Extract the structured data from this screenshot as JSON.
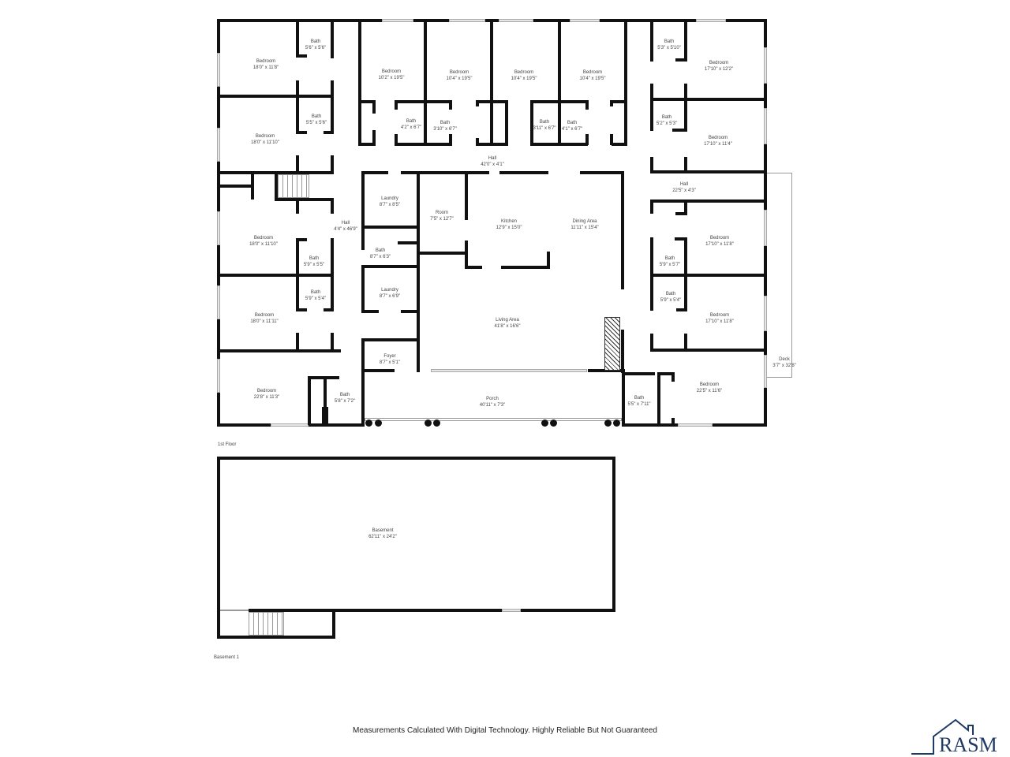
{
  "floors": [
    {
      "name": "1st Floor",
      "rooms": [
        {
          "name": "Bedroom",
          "dim": "18'0\" x 11'8\""
        },
        {
          "name": "Bath",
          "dim": "5'6\" x 5'6\""
        },
        {
          "name": "Bedroom",
          "dim": "18'0\" x 11'10\""
        },
        {
          "name": "Bath",
          "dim": "5'5\" x 5'6\""
        },
        {
          "name": "Bedroom",
          "dim": "10'2\" x 19'5\""
        },
        {
          "name": "Bedroom",
          "dim": "10'4\" x 19'5\""
        },
        {
          "name": "Bedroom",
          "dim": "10'4\" x 19'5\""
        },
        {
          "name": "Bedroom",
          "dim": "10'4\" x 19'5\""
        },
        {
          "name": "Bath",
          "dim": "4'2\" x 6'7\""
        },
        {
          "name": "Bath",
          "dim": "3'10\" x 6'7\""
        },
        {
          "name": "Bath",
          "dim": "3'11\" x 6'7\""
        },
        {
          "name": "Bath",
          "dim": "4'1\" x 6'7\""
        },
        {
          "name": "Bath",
          "dim": "5'3\" x 5'10\""
        },
        {
          "name": "Bedroom",
          "dim": "17'10\" x 12'2\""
        },
        {
          "name": "Bath",
          "dim": "5'2\" x 5'3\""
        },
        {
          "name": "Bedroom",
          "dim": "17'10\" x 11'4\""
        },
        {
          "name": "Hall",
          "dim": "42'0\" x 4'1\""
        },
        {
          "name": "Hall",
          "dim": "22'5\" x 4'3\""
        },
        {
          "name": "Hall",
          "dim": "4'4\" x 46'9\""
        },
        {
          "name": "Laundry",
          "dim": "8'7\" x 8'5\""
        },
        {
          "name": "Room",
          "dim": "7'5\" x 12'7\""
        },
        {
          "name": "Kitchen",
          "dim": "12'9\" x 15'0\""
        },
        {
          "name": "Dining Area",
          "dim": "11'11\" x 15'4\""
        },
        {
          "name": "Bath",
          "dim": "8'7\" x 6'3\""
        },
        {
          "name": "Laundry",
          "dim": "8'7\" x 6'9\""
        },
        {
          "name": "Living Area",
          "dim": "41'8\" x 16'6\""
        },
        {
          "name": "Bedroom",
          "dim": "18'0\" x 11'10\""
        },
        {
          "name": "Bath",
          "dim": "5'9\" x 5'5\""
        },
        {
          "name": "Bath",
          "dim": "5'9\" x 5'4\""
        },
        {
          "name": "Bedroom",
          "dim": "18'0\" x 11'11\""
        },
        {
          "name": "Bedroom",
          "dim": "17'10\" x 11'8\""
        },
        {
          "name": "Bath",
          "dim": "5'9\" x 5'7\""
        },
        {
          "name": "Bath",
          "dim": "5'9\" x 5'4\""
        },
        {
          "name": "Bedroom",
          "dim": "17'10\" x 11'8\""
        },
        {
          "name": "Foyer",
          "dim": "8'7\" x 5'1\""
        },
        {
          "name": "Bedroom",
          "dim": "22'8\" x 11'3\""
        },
        {
          "name": "Bath",
          "dim": "5'8\" x 7'2\""
        },
        {
          "name": "Porch",
          "dim": "40'11\" x 7'3\""
        },
        {
          "name": "Bath",
          "dim": "5'5\" x 7'11\""
        },
        {
          "name": "Bedroom",
          "dim": "22'5\" x 11'6\""
        },
        {
          "name": "Deck",
          "dim": "3'7\" x 32'8\""
        }
      ]
    },
    {
      "name": "Basement 1",
      "rooms": [
        {
          "name": "Basement",
          "dim": "62'11\" x 24'2\""
        }
      ]
    }
  ],
  "footer": {
    "disclaimer": "Measurements Calculated With Digital Technology. Highly Reliable But Not Guaranteed",
    "logo_text": "RASM",
    "logo_icon": "house-outline-icon"
  },
  "colors": {
    "wall": "#111111",
    "logo": "#1f3a64"
  }
}
